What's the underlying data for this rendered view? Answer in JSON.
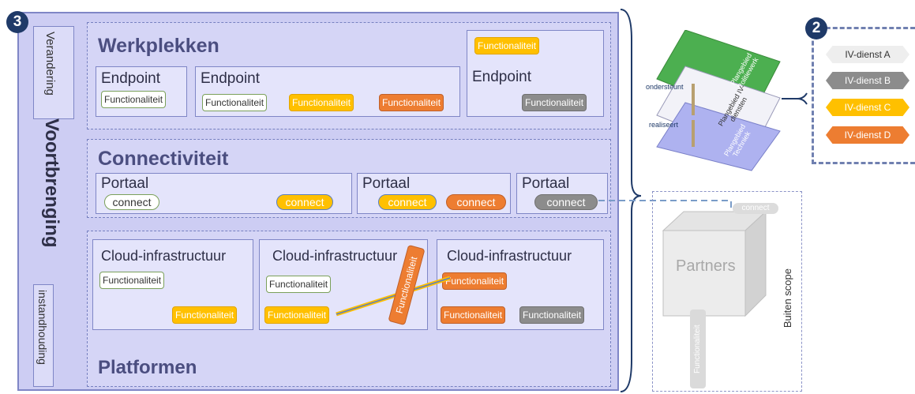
{
  "badges": {
    "left": "3",
    "right": "2"
  },
  "side": {
    "top": "Verandering",
    "middle": "Voortbrenging",
    "bottom": "instandhouding"
  },
  "werkplekken": {
    "title": "Werkplekken",
    "endpoint": "Endpoint",
    "functionaliteit": "Functionaliteit"
  },
  "connectiviteit": {
    "title": "Connectiviteit",
    "portaal": "Portaal",
    "connect": "connect"
  },
  "platformen": {
    "title": "Platformen",
    "cloud": "Cloud-infrastructuur",
    "functionaliteit": "Functionaliteit"
  },
  "layers": {
    "ondersteunt": "ondersteunt",
    "realiseert": "realiseert",
    "top": "Plangebied Politiewerk",
    "middle": "Plangebied IV-diensten",
    "bottom": "Plangebied Techniek"
  },
  "diensten": [
    "IV-dienst A",
    "IV-dienst B",
    "IV-dienst C",
    "IV-dienst D"
  ],
  "partners": {
    "label": "Partners",
    "connect": "connect",
    "scope": "Buiten scope",
    "func": "Functionaliteit"
  },
  "colors": {
    "frame": "#cdcdf3",
    "yellow": "#ffc000",
    "orange": "#ed7d31",
    "gray": "#8c8c8c",
    "navy": "#1f3a68"
  }
}
